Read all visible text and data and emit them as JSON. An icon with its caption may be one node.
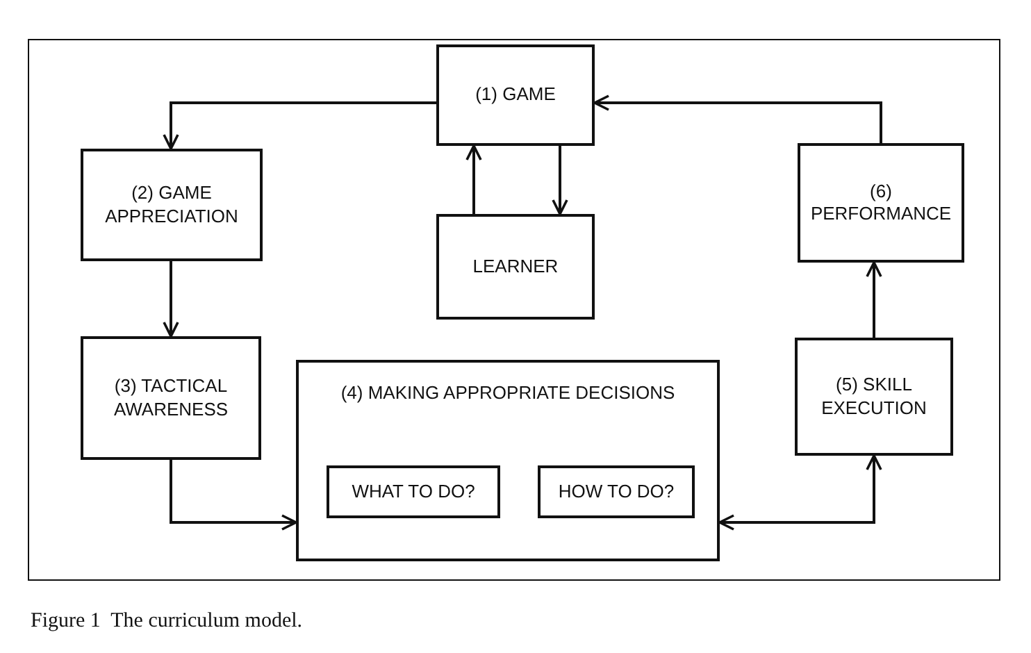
{
  "diagram": {
    "caption": "Figure 1  The curriculum model.",
    "nodes": [
      {
        "text": [
          "(1) GAME"
        ]
      },
      {
        "text": [
          "(2) GAME APPRECIATION"
        ]
      },
      {
        "text": [
          "LEARNER"
        ]
      },
      {
        "text": [
          "(6) PERFORMANCE"
        ]
      },
      {
        "text": [
          "(3) TACTICAL AWARENESS"
        ]
      },
      {
        "text": [
          "(4) MAKING APPROPRIATE DECISIONS"
        ]
      },
      {
        "text": [
          "WHAT TO DO?"
        ],
        "in": 5
      },
      {
        "text": [
          "HOW TO DO?"
        ],
        "in": 5
      },
      {
        "text": [
          "(5) SKILL EXECUTION"
        ]
      }
    ],
    "edges": [
      {
        "from": 0,
        "to": 1,
        "arrow": "to"
      },
      {
        "from": 1,
        "to": 4,
        "arrow": "to"
      },
      {
        "from": 4,
        "to": 5,
        "arrow": "to"
      },
      {
        "from": 5,
        "to": 8,
        "arrow": "both"
      },
      {
        "from": 8,
        "to": 3,
        "arrow": "to"
      },
      {
        "from": 3,
        "to": 0,
        "arrow": "to"
      },
      {
        "from": 2,
        "to": 0,
        "arrow": "to"
      },
      {
        "from": 0,
        "to": 2,
        "arrow": "to"
      }
    ]
  }
}
